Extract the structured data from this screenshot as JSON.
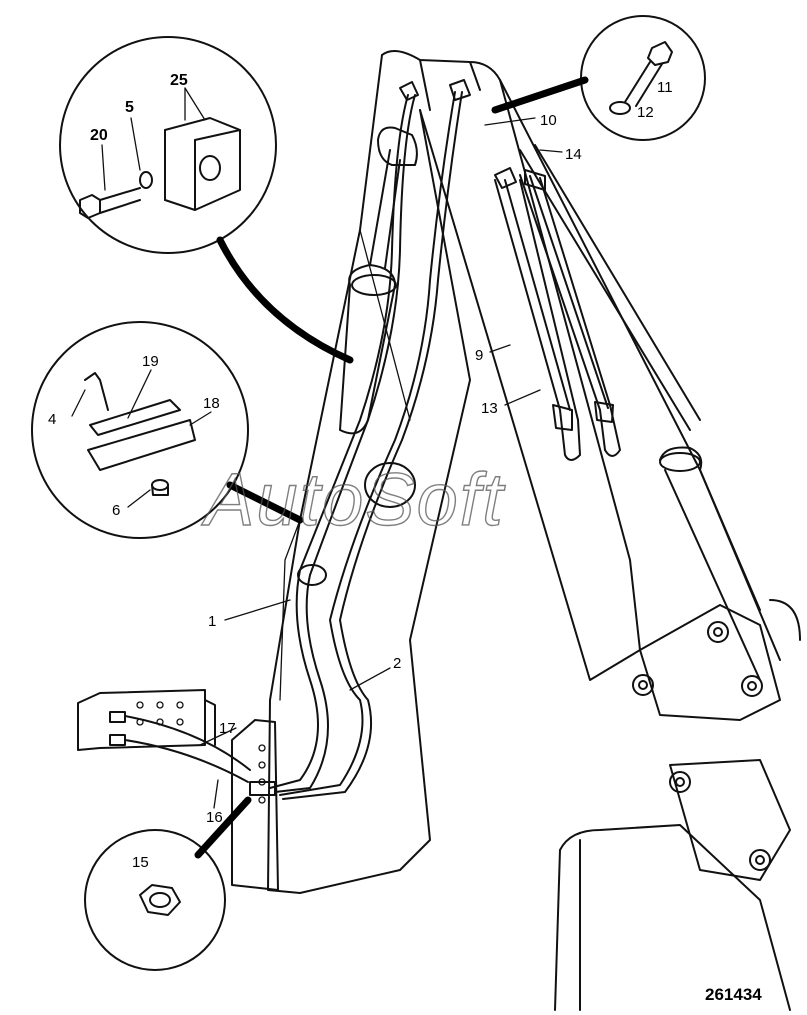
{
  "watermark": "AutoSoft",
  "reference_number": "261434",
  "labels": {
    "l1": "1",
    "l2": "2",
    "l4": "4",
    "l5": "5",
    "l6": "6",
    "l9": "9",
    "l10": "10",
    "l11": "11",
    "l12": "12",
    "l13": "13",
    "l14": "14",
    "l15": "15",
    "l16": "16",
    "l17": "17",
    "l18": "18",
    "l19": "19",
    "l20": "20",
    "l25": "25"
  }
}
